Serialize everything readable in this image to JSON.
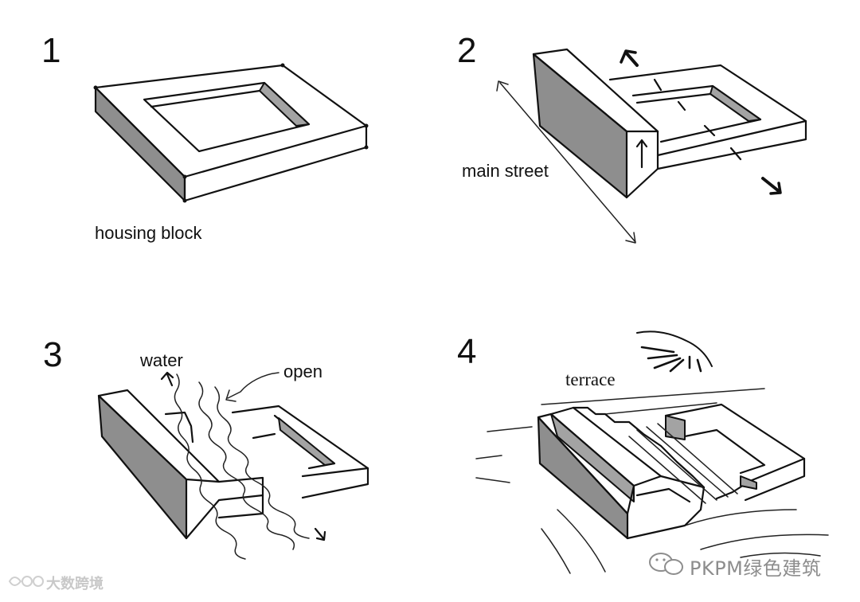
{
  "panels": [
    {
      "number": "1",
      "label": "housing block"
    },
    {
      "number": "2",
      "label": "main street"
    },
    {
      "number": "3",
      "labels": {
        "water": "water",
        "open": "open"
      }
    },
    {
      "number": "4",
      "label": "terrace"
    }
  ],
  "watermarks": {
    "brand": "PKPM绿色建筑",
    "corner": "大数跨境"
  },
  "colors": {
    "ink": "#111111",
    "shade": "#8e8e8e",
    "watermark": "#8d8d8d"
  }
}
